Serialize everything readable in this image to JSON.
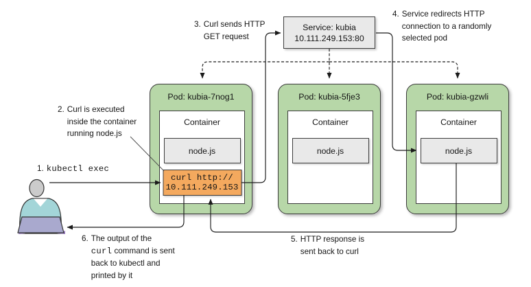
{
  "colors": {
    "pod_green": "#b7d7a8",
    "box_gray": "#e9e9e9",
    "curl_orange": "#f4a95e",
    "border_dark": "#3c3c3c",
    "line": "#1a1a1a",
    "person_head": "#cbcbcb",
    "person_teal": "#a3d5d8",
    "laptop_purple": "#a9a9ce",
    "laptop_foot": "#9d7fc4"
  },
  "service_box": {
    "line1": "Service: kubia",
    "line2": "10.111.249.153:80"
  },
  "pods": [
    {
      "title": "Pod: kubia-7nog1",
      "container": "Container",
      "process": "node.js",
      "curl": {
        "line1": "curl http://",
        "line2": "10.111.249.153"
      }
    },
    {
      "title": "Pod: kubia-5fje3",
      "container": "Container",
      "process": "node.js"
    },
    {
      "title": "Pod: kubia-gzwli",
      "container": "Container",
      "process": "node.js"
    }
  ],
  "annotations": {
    "step1": {
      "num": "1.",
      "command": "kubectl exec"
    },
    "step2": {
      "num": "2.",
      "lines": [
        "Curl is executed",
        "inside the container",
        "running node.js"
      ]
    },
    "step3": {
      "num": "3.",
      "lines": [
        "Curl sends HTTP",
        "GET request"
      ]
    },
    "step4": {
      "num": "4.",
      "lines": [
        "Service redirects HTTP",
        "connection to a randomly",
        "selected pod"
      ]
    },
    "step5": {
      "num": "5.",
      "lines": [
        "HTTP response is",
        "sent back to curl"
      ]
    },
    "step6": {
      "num": "6.",
      "line1": "The output of the",
      "mono": "curl",
      "line1b": " command is sent",
      "line2": "back to kubectl and",
      "line3": "printed by it"
    }
  }
}
